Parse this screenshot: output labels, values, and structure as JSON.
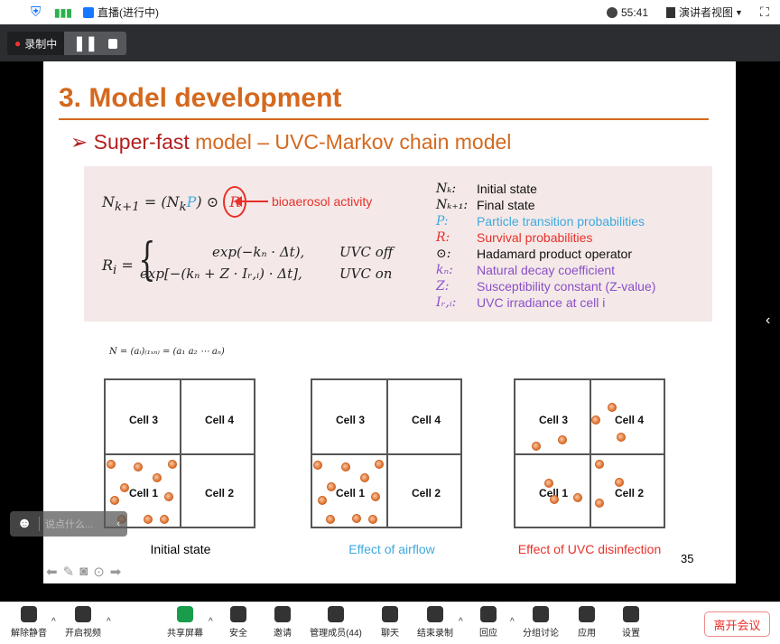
{
  "topbar": {
    "live": "直播(进行中)",
    "timer": "55:41",
    "view": "演讲者视图"
  },
  "recording": {
    "label": "录制中"
  },
  "slide": {
    "title": "3. Model development",
    "subtitle": {
      "arrow": "➢",
      "part1": "Super-fast",
      "part2": " model – UVC-Markov chain model"
    },
    "eq1": {
      "lhs": "N",
      "lhs_sub": "k+1",
      "mid": " = (N",
      "mid_sub": "k",
      "P": "P",
      ") ⊙ ": ") ⊙ ",
      "R": "R",
      "annotation": "bioaerosol activity"
    },
    "eq2": {
      "lhs": "R",
      "lhs_sub": "i",
      "eq": " =",
      "row1": "exp(−kₙ · Δt),",
      "row1_cond": "UVC off",
      "row2": "exp[−(kₙ + Z · Iᵣ,ᵢ) · Δt],",
      "row2_cond": "UVC on"
    },
    "legend": [
      {
        "sym": "Nₖ:",
        "text": "Initial state",
        "color": "#111111"
      },
      {
        "sym": "Nₖ₊₁:",
        "text": "Final state",
        "color": "#111111"
      },
      {
        "sym": "P:",
        "text": "Particle transition probabilities",
        "color": "#3fa9e0"
      },
      {
        "sym": "R:",
        "text": "Survival probabilities",
        "color": "#e8302a"
      },
      {
        "sym": "⊙:",
        "text": "Hadamard product operator",
        "color": "#111111"
      },
      {
        "sym": "kₙ:",
        "text": "Natural decay coefficient",
        "color": "#8a4fc8"
      },
      {
        "sym": "Z:",
        "text": "Susceptibility constant (Z-value)",
        "color": "#8a4fc8"
      },
      {
        "sym": "Iᵣ,ᵢ:",
        "text": "UVC irradiance at cell i",
        "color": "#8a4fc8"
      }
    ],
    "vector": "N = (aᵢ)₍₁ₓₙ₎ = (a₁   a₂   ⋯   aₙ)",
    "cells": [
      "Cell 3",
      "Cell 4",
      "Cell 1",
      "Cell 2"
    ],
    "captions": [
      {
        "text": "Initial state",
        "color": "#111111"
      },
      {
        "text": "Effect of airflow",
        "color": "#3fa9e0"
      },
      {
        "text": "Effect of UVC disinfection",
        "color": "#e8302a"
      }
    ],
    "page_number": "35"
  },
  "chat": {
    "placeholder": "说点什么..."
  },
  "toolbar": {
    "items": [
      "解除静音",
      "开启视频",
      "共享屏幕",
      "安全",
      "邀请",
      "管理成员(44)",
      "聊天",
      "结束录制",
      "回应",
      "分组讨论",
      "应用",
      "设置"
    ],
    "leave": "离开会议"
  }
}
